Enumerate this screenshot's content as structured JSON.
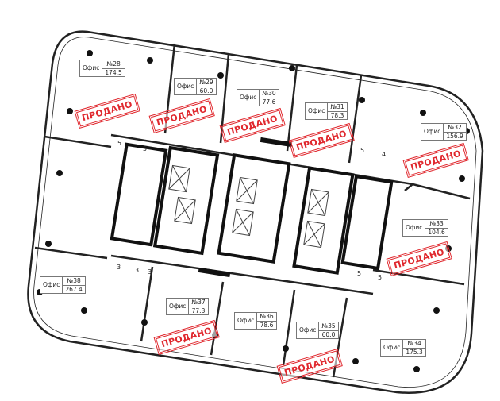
{
  "offices": [
    {
      "type": "Офис",
      "number": "№28",
      "area": "174.5"
    },
    {
      "type": "Офис",
      "number": "№29",
      "area": "60.0"
    },
    {
      "type": "Офис",
      "number": "№30",
      "area": "77.6"
    },
    {
      "type": "Офис",
      "number": "№31",
      "area": "78.3"
    },
    {
      "type": "Офис",
      "number": "№32",
      "area": "156.9"
    },
    {
      "type": "Офис",
      "number": "№33",
      "area": "104.6"
    },
    {
      "type": "Офис",
      "number": "№38",
      "area": "267.4"
    },
    {
      "type": "Офис",
      "number": "№37",
      "area": "77.3"
    },
    {
      "type": "Офис",
      "number": "№36",
      "area": "78.6"
    },
    {
      "type": "Офис",
      "number": "№35",
      "area": "60.0"
    },
    {
      "type": "Офис",
      "number": "№34",
      "area": "175.3"
    }
  ],
  "sold_label": "ПРОДАНО",
  "room_numbers": [
    "5",
    "5",
    "5",
    "4",
    "3",
    "3",
    "3",
    "5",
    "5"
  ],
  "colors": {
    "sold": "#e0282e",
    "wall": "#111111"
  }
}
